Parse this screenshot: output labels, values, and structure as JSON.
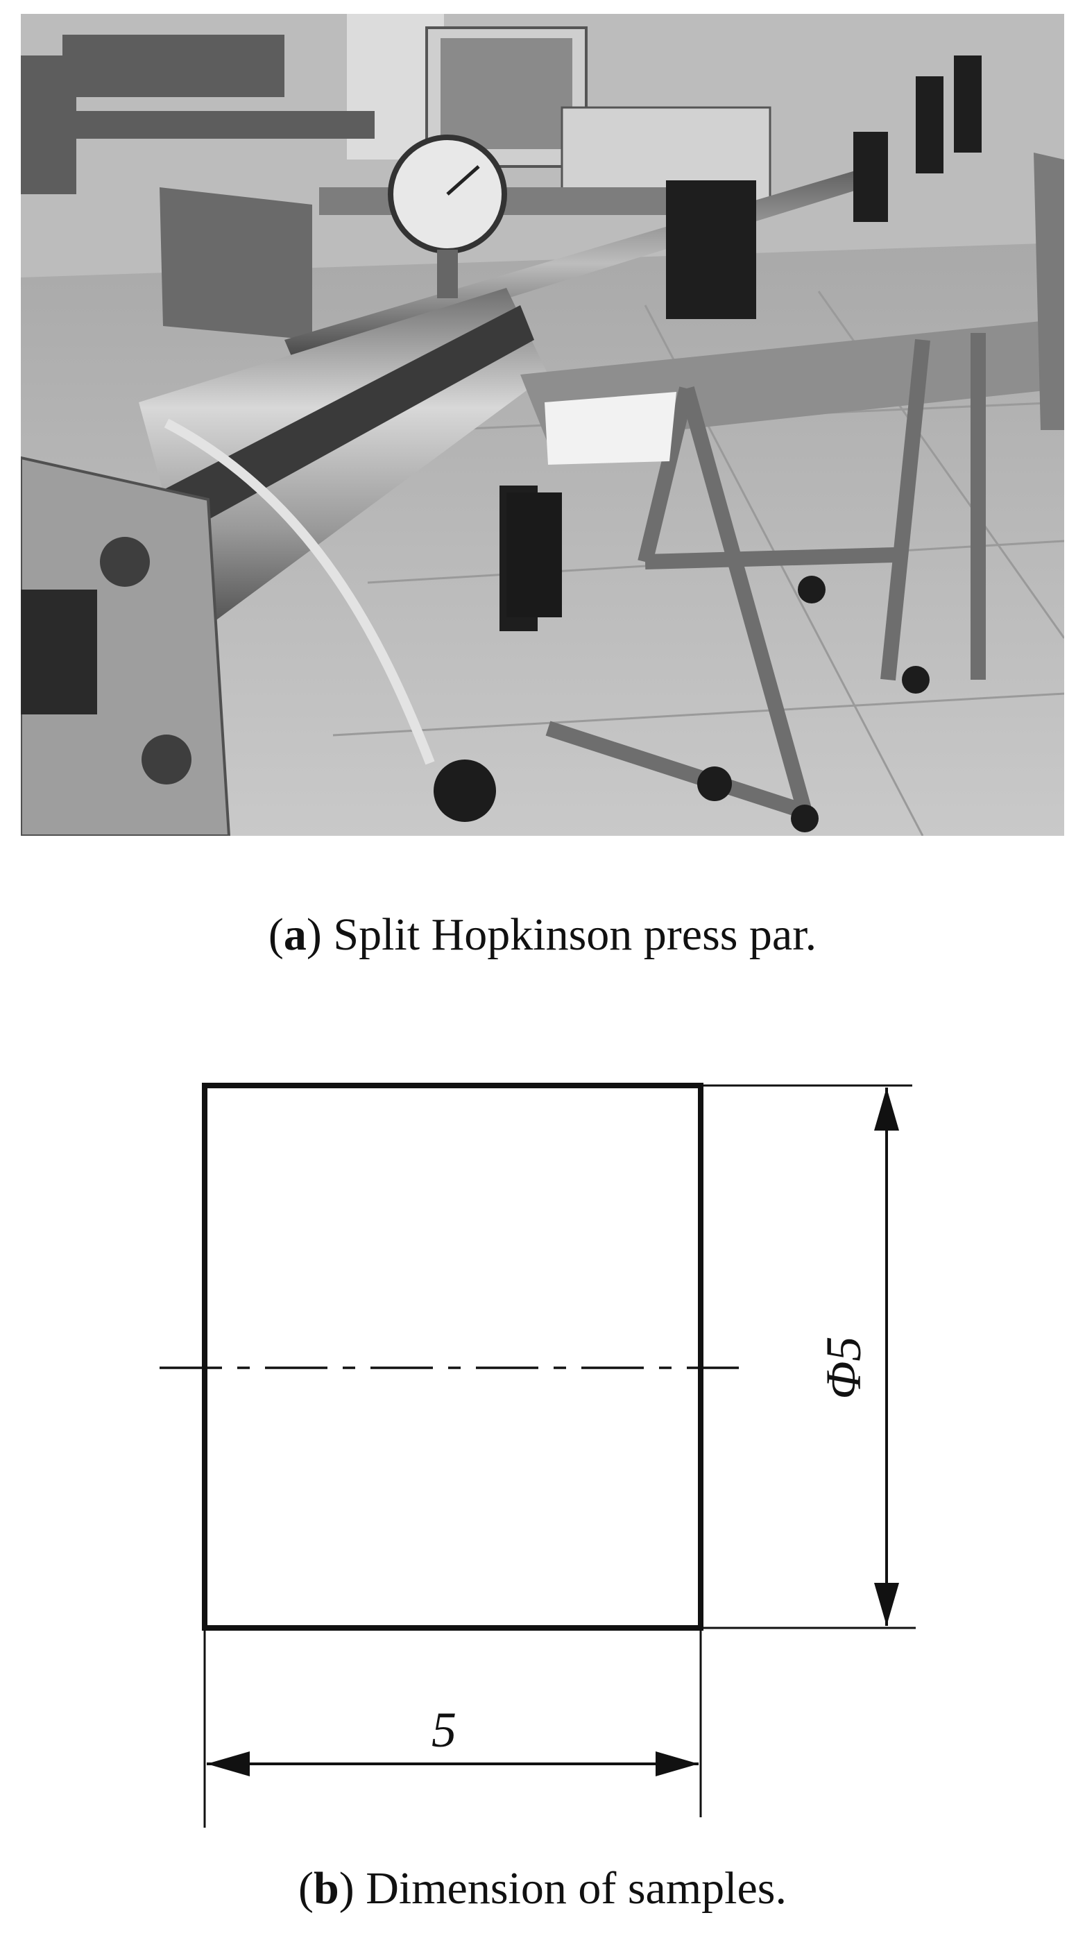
{
  "figure": {
    "panels": [
      {
        "id": "a",
        "label": "a",
        "caption": "Split Hopkinson press par.",
        "image_description": "grayscale-photo-of-split-hopkinson-pressure-bar-apparatus"
      },
      {
        "id": "b",
        "label": "b",
        "caption": "Dimension of samples.",
        "dimensions": {
          "length": "5",
          "diameter": "Φ5"
        }
      }
    ]
  }
}
